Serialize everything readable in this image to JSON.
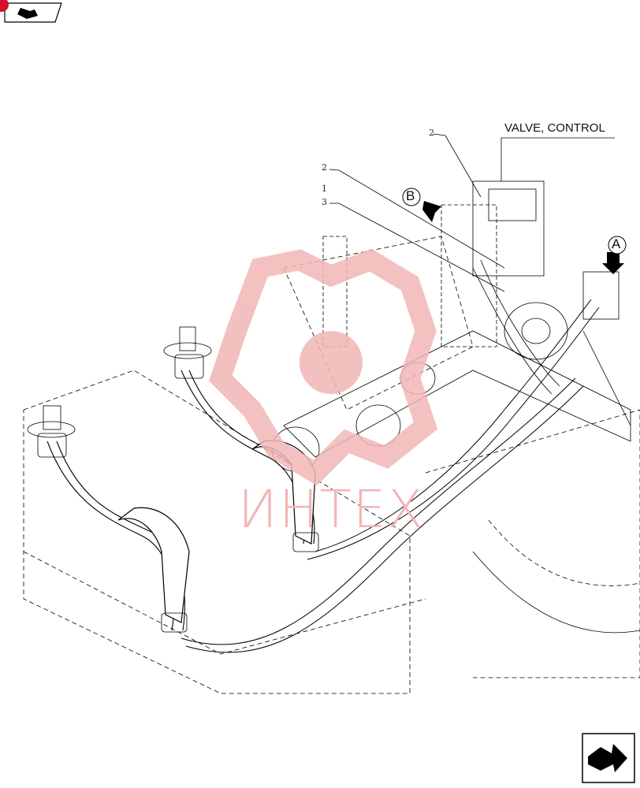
{
  "labels": {
    "valve_control": "VALVE, CONTROL",
    "view_a": "A",
    "view_b": "B",
    "callout_2_top": "2",
    "callout_2": "2",
    "callout_1": "1",
    "callout_3": "3"
  },
  "watermark": {
    "text": "ИНТЕХ",
    "color": "#f2b6b6"
  },
  "icons": {
    "top_left": "next-page-arrow-icon",
    "bottom_right": "next-page-arrow-icon",
    "badge_color": "#d4102a"
  }
}
